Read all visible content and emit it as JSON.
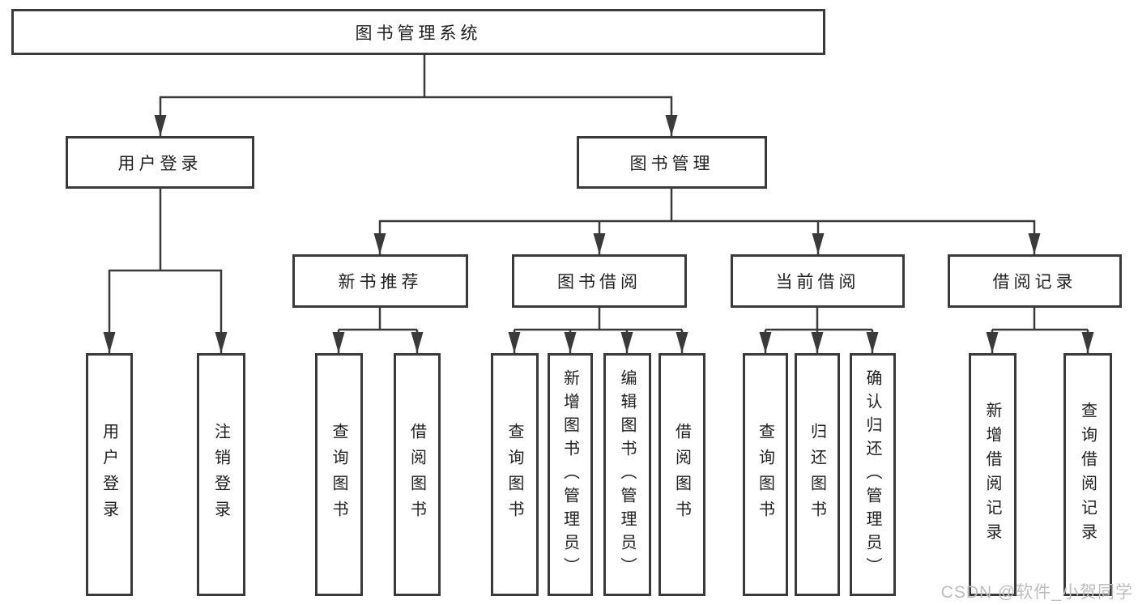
{
  "watermark": "CSDN @软件_小贺同学",
  "colors": {
    "line": "#3a3a3a",
    "text": "#1f1f1f",
    "watermark": "#bdbdbd",
    "background": "#ffffff"
  },
  "diagram": {
    "root": "图书管理系统",
    "branches": [
      {
        "label": "用户登录",
        "children": [
          {
            "label": "用户登录"
          },
          {
            "label": "注销登录"
          }
        ]
      },
      {
        "label": "图书管理",
        "children": [
          {
            "label": "新书推荐",
            "children": [
              {
                "label": "查询图书"
              },
              {
                "label": "借阅图书"
              }
            ]
          },
          {
            "label": "图书借阅",
            "children": [
              {
                "label": "查询图书"
              },
              {
                "label": "新增图书（管理员）"
              },
              {
                "label": "编辑图书（管理员）"
              },
              {
                "label": "借阅图书"
              }
            ]
          },
          {
            "label": "当前借阅",
            "children": [
              {
                "label": "查询图书"
              },
              {
                "label": "归还图书"
              },
              {
                "label": "确认归还（管理员）"
              }
            ]
          },
          {
            "label": "借阅记录",
            "children": [
              {
                "label": "新增借阅记录"
              },
              {
                "label": "查询借阅记录"
              }
            ]
          }
        ]
      }
    ]
  }
}
